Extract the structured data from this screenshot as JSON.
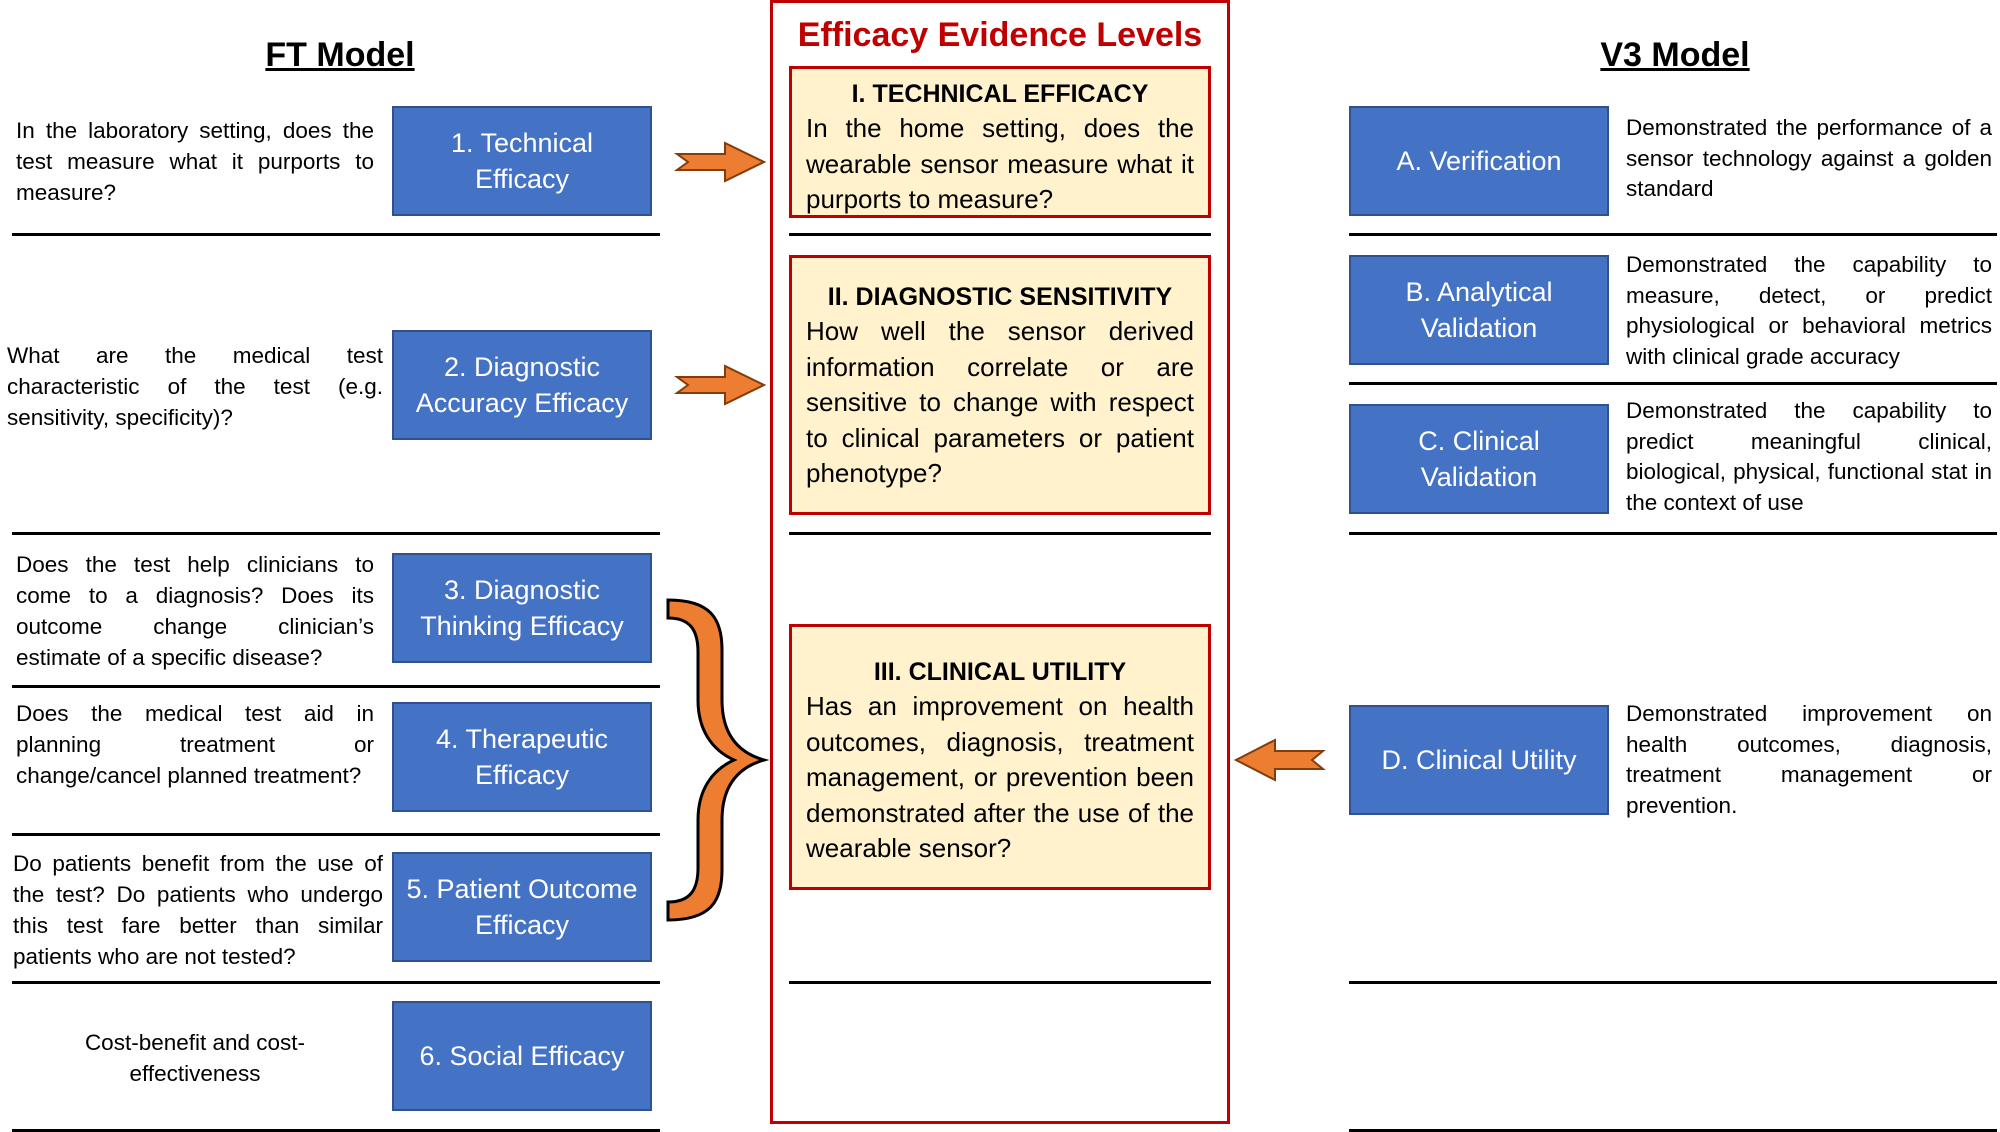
{
  "ft_model": {
    "heading": "FT Model",
    "rows": [
      {
        "question": "In the laboratory setting, does the test measure what it purports to measure?",
        "box": "1. Technical Efficacy"
      },
      {
        "question": "What are the medical test characteristic of the test (e.g. sensitivity, specificity)?",
        "box": "2. Diagnostic Accuracy Efficacy"
      },
      {
        "question": "Does the test help clinicians to come to a diagnosis? Does its outcome change clinician’s estimate of a specific disease?",
        "box": "3. Diagnostic Thinking Efficacy"
      },
      {
        "question": "Does the medical test aid in planning treatment or change/cancel planned treatment?",
        "box": "4. Therapeutic Efficacy"
      },
      {
        "question": "Do patients benefit from the use of the test? Do patients who undergo this test fare better than similar patients who are not tested?",
        "box": "5. Patient Outcome Efficacy"
      },
      {
        "question": "Cost-benefit and cost-effectiveness",
        "box": "6. Social Efficacy"
      }
    ]
  },
  "evidence": {
    "title": "Efficacy Evidence Levels",
    "levels": [
      {
        "title": "I. TECHNICAL EFFICACY",
        "body": "In the home setting, does the wearable sensor measure what it purports to measure?"
      },
      {
        "title": "II. DIAGNOSTIC SENSITIVITY",
        "body": "How well the sensor derived information correlate or are sensitive to change with respect to clinical parameters or patient phenotype?"
      },
      {
        "title": "III. CLINICAL UTILITY",
        "body": "Has an improvement on health outcomes, diagnosis, treatment management, or prevention been demonstrated after the use of the wearable sensor?"
      }
    ]
  },
  "v3_model": {
    "heading": "V3 Model",
    "rows": [
      {
        "box": "A.  Verification",
        "desc": "Demonstrated the performance of a sensor technology against a golden standard"
      },
      {
        "box": "B. Analytical Validation",
        "desc": "Demonstrated the capability to measure, detect, or predict physiological or behavioral metrics with clinical grade accuracy"
      },
      {
        "box": "C. Clinical Validation",
        "desc": "Demonstrated the capability to predict meaningful clinical, biological, physical, functional stat in the context of use"
      },
      {
        "box": "D. Clinical Utility",
        "desc": "Demonstrated improvement on health outcomes, diagnosis, treatment management or prevention."
      }
    ]
  },
  "colors": {
    "box_blue": "#4472c4",
    "arrow_orange": "#ed7d31",
    "panel_red": "#c00000",
    "level_fill": "#fff2cc"
  }
}
